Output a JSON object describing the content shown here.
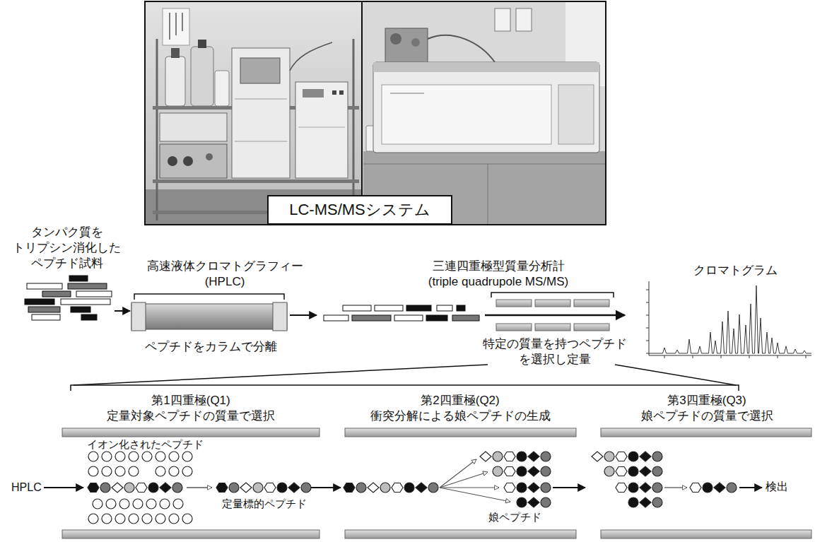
{
  "diagram": {
    "nodes": [
      {
        "text": [
          "LC-MS/MSシステム"
        ]
      }
    ],
    "labels": [
      "タンパク質を トリプシン消化した ペプチド試料",
      "高速液体クロマトグラフィー (HPLC)",
      "三連四重極型質量分析計 (triple quadrupole MS/MS)",
      "クロマトグラム",
      "ペプチドをカラムで分離",
      "特定の質量を持つペプチド を選択し定量",
      "第1四重極(Q1)",
      "定量対象ペプチドの質量で選択",
      "第2四重極(Q2)",
      "衝突分解による娘ペプチドの生成",
      "第3四重極(Q3)",
      "娘ペプチドの質量で選択",
      "イオン化されたペプチド",
      "HPLC",
      "定量標的ペプチド",
      "娘ペプチド",
      "検出"
    ]
  }
}
